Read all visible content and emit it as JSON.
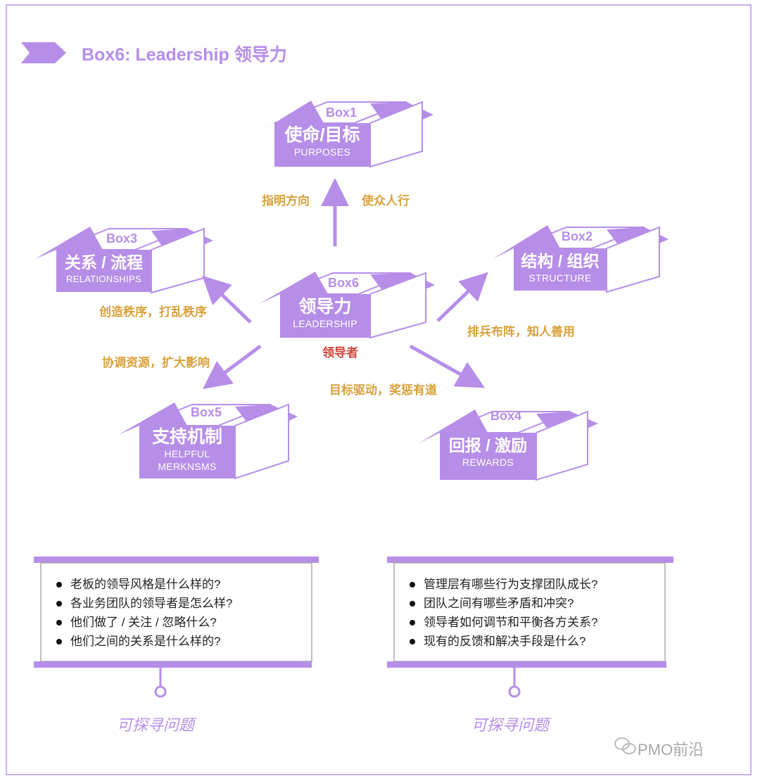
{
  "title": "Box6: Leadership 领导力",
  "boxes": {
    "box1": {
      "num": "Box1",
      "cn": "使命/目标",
      "en": "PURPOSES"
    },
    "box2": {
      "num": "Box2",
      "cn": "结构 / 组织",
      "en": "STRUCTURE"
    },
    "box3": {
      "num": "Box3",
      "cn": "关系 / 流程",
      "en": "RELATIONSHIPS"
    },
    "box4": {
      "num": "Box4",
      "cn": "回报 / 激励",
      "en": "REWARDS"
    },
    "box5": {
      "num": "Box5",
      "cn": "支持机制",
      "en": "HELPFUL",
      "en2": "MERKNSMS"
    },
    "box6": {
      "num": "Box6",
      "cn": "领导力",
      "en": "LEADERSHIP"
    }
  },
  "center_sub": "领导者",
  "phrases": {
    "up_left": "指明方向",
    "up_right": "使众人行",
    "to_box3": "创造秩序，打乱秩序",
    "to_box2": "排兵布阵，知人善用",
    "to_box5": "协调资源，扩大影响",
    "to_box4": "目标驱动，奖惩有道"
  },
  "panels": {
    "left": {
      "questions": [
        "老板的领导风格是什么样的?",
        "各业务团队的领导者是怎么样?",
        "他们做了 / 关注 / 忽略什么?",
        "他们之间的关系是什么样的?"
      ],
      "caption": "可探寻问题"
    },
    "right": {
      "questions": [
        "管理层有哪些行为支撑团队成长?",
        "团队之间有哪些矛盾和冲突?",
        "领导者如何调节和平衡各方关系?",
        "现有的反馈和解决手段是什么?"
      ],
      "caption": "可探寻问题"
    }
  },
  "watermark": "PMO前沿",
  "colors": {
    "purple": "#b68ee8",
    "gold": "#d9a13b",
    "red": "#d0443a"
  }
}
